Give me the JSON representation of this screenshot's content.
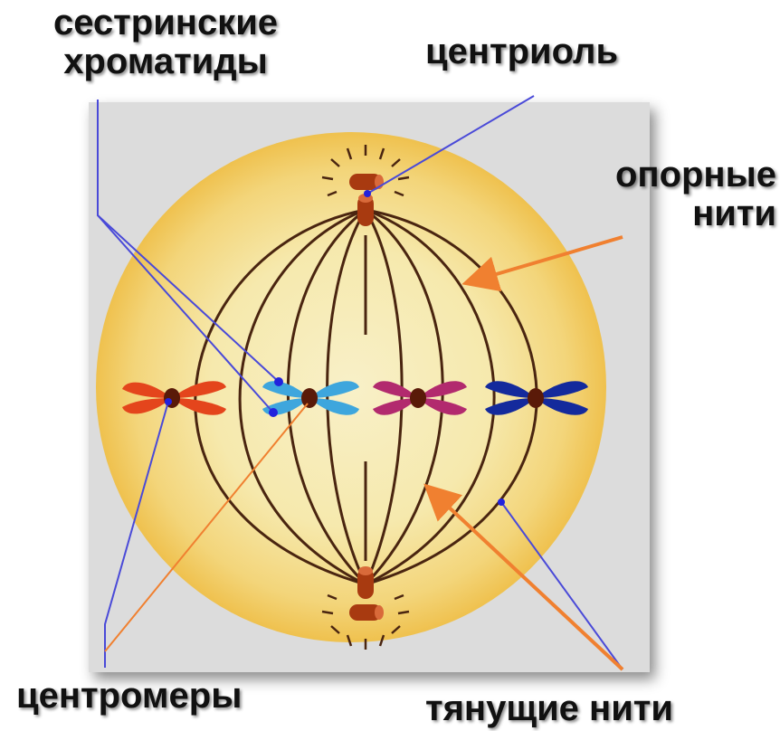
{
  "labels": {
    "sister_chromatids": [
      "сестринские",
      "хроматиды"
    ],
    "centriole": "центриоль",
    "support_fibers": [
      "опорные",
      "нити"
    ],
    "centromeres": "центромеры",
    "pulling_fibers": "тянущие нити"
  },
  "colors": {
    "cell_fill": "#f5e9a8",
    "cell_edge": "#f0c95c",
    "spindle_fiber": "#4a2510",
    "centriole": "#a83a10",
    "chromosome_1": "#e4451c",
    "chromosome_2": "#3ea6dd",
    "chromosome_3": "#b22a6e",
    "chromosome_4": "#142a9c",
    "centromere": "#5a1a08",
    "blue_pointer": "#4a4ad8",
    "orange_pointer": "#f08030"
  },
  "chromosome_colors_order": [
    "red",
    "light-blue",
    "magenta",
    "dark-blue"
  ]
}
